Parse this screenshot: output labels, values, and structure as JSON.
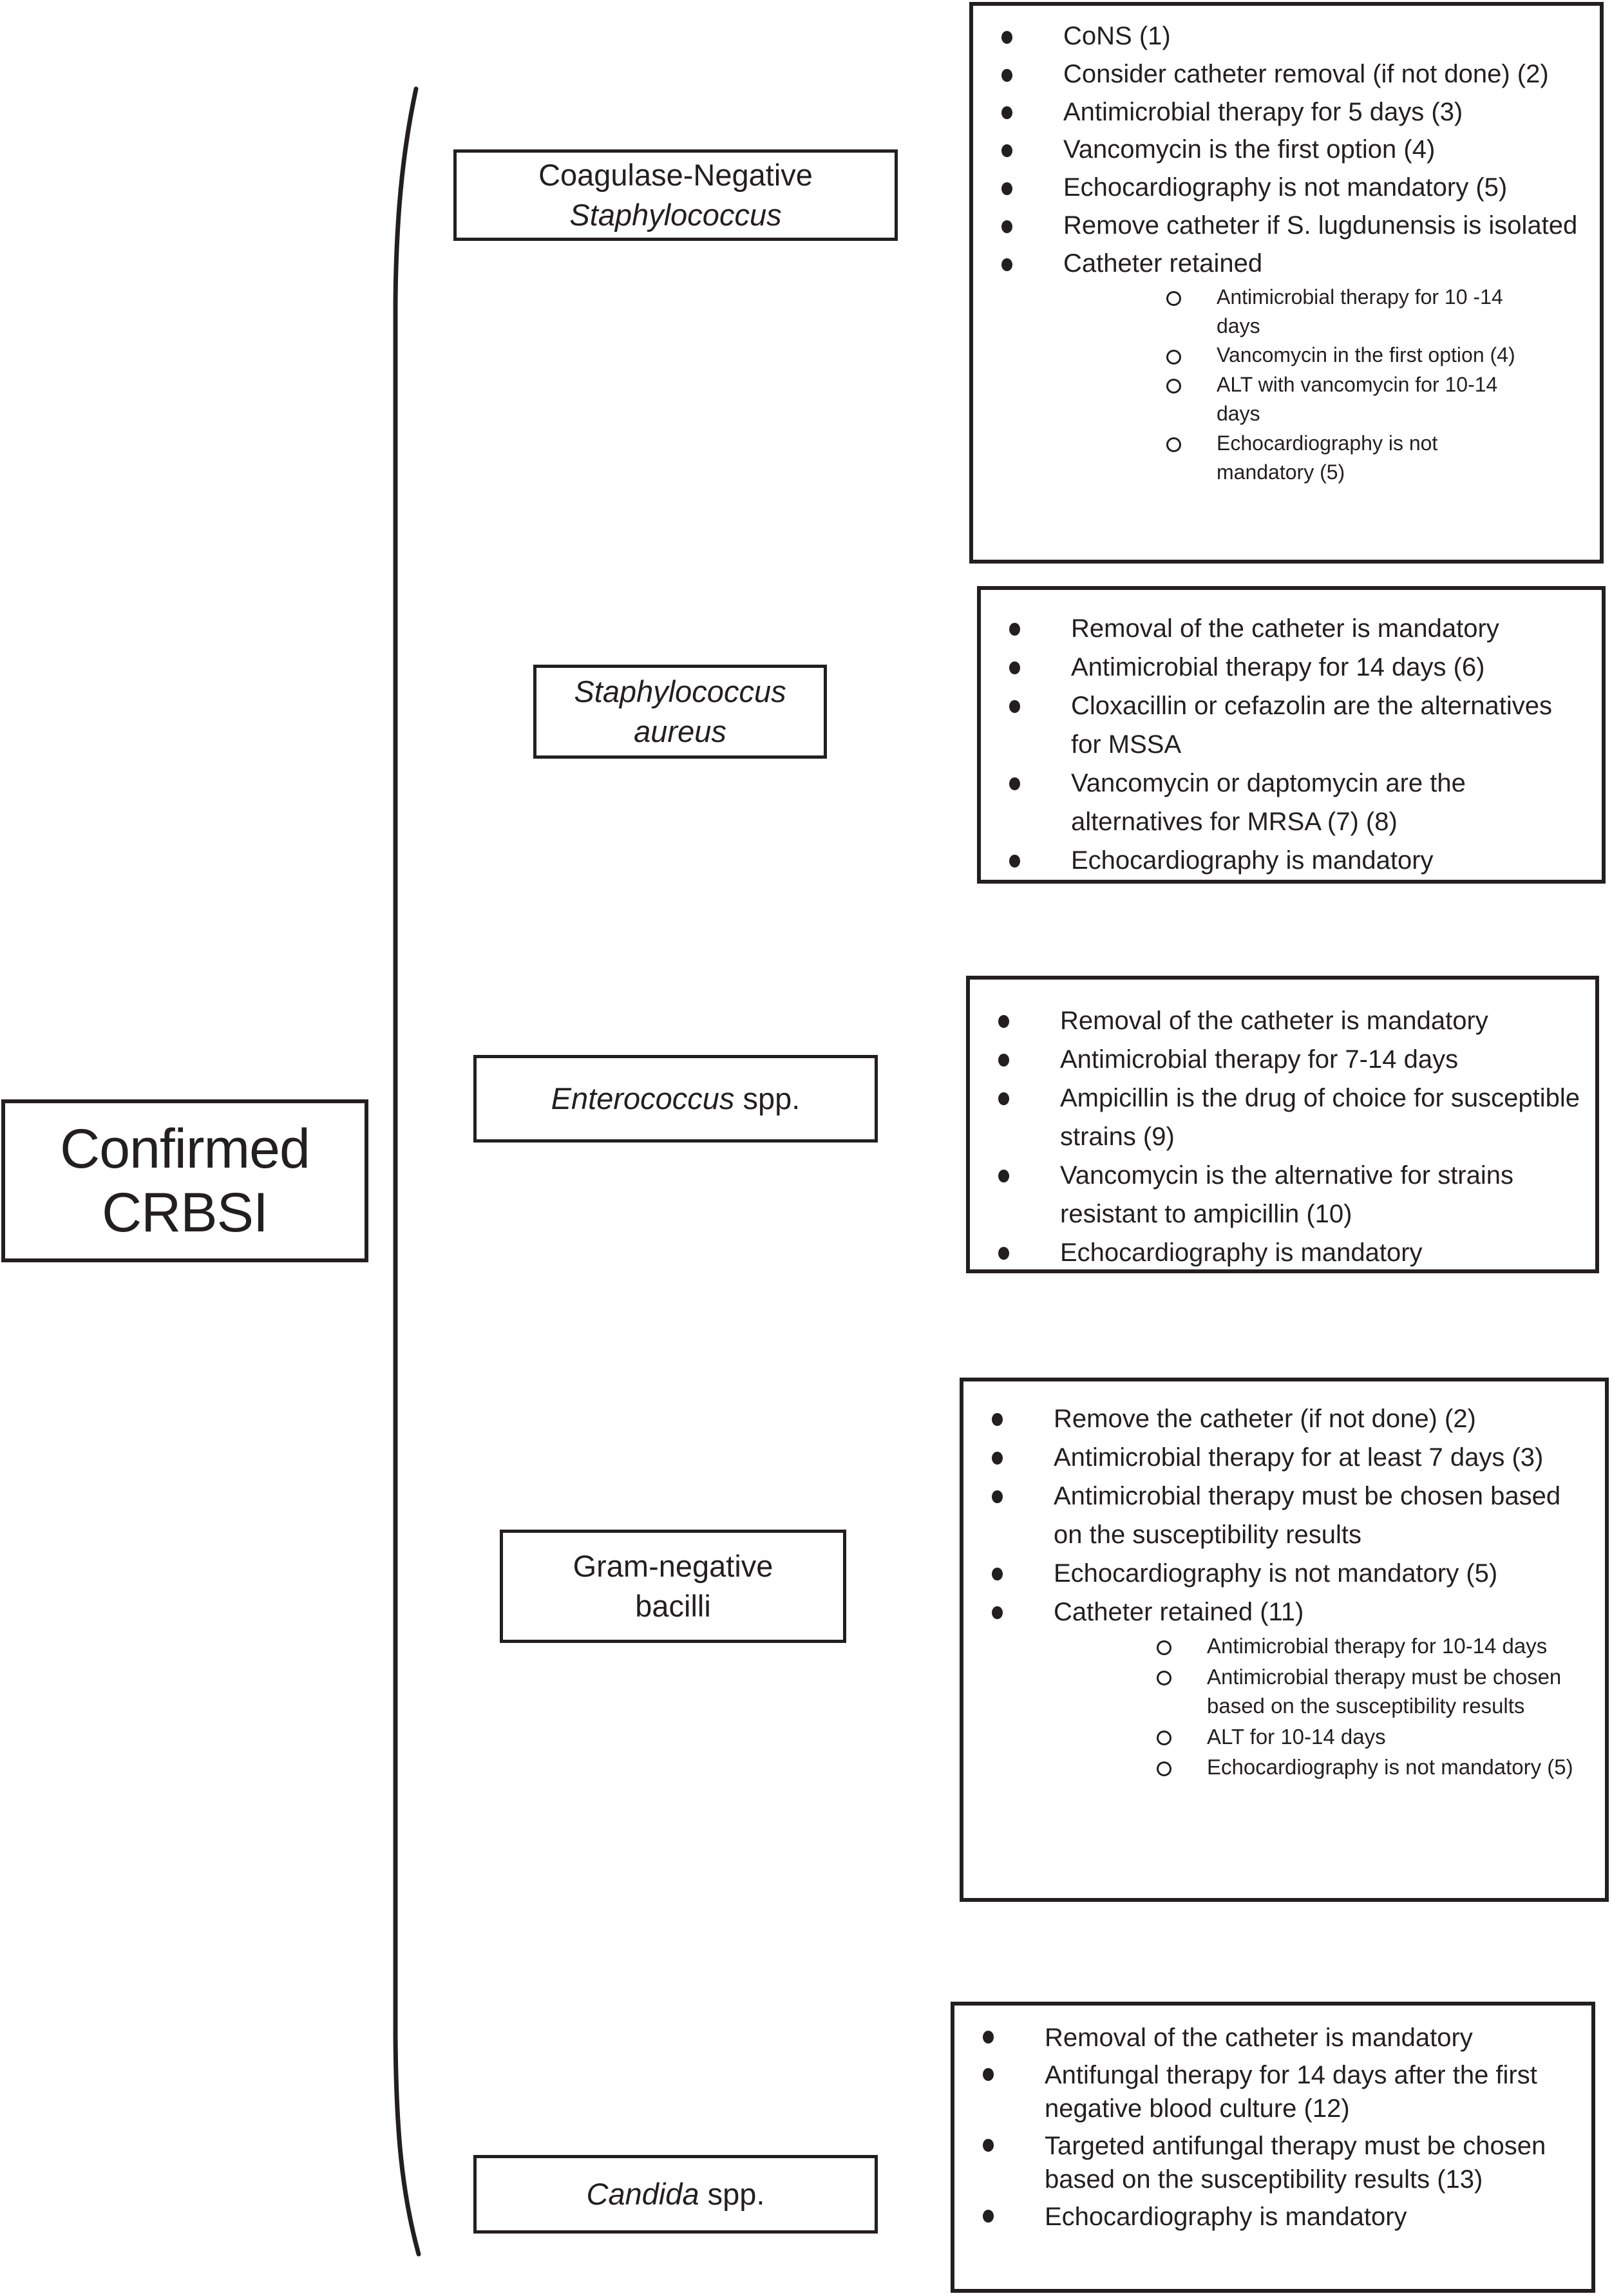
{
  "figure": {
    "type": "flow-diagram",
    "topic": "Management of confirmed catheter-related bloodstream infection (CRBSI) by causative organism"
  },
  "colors": {
    "ink": "#231f20",
    "background": "#ffffff"
  },
  "root": {
    "line1": "Confirmed",
    "line2": "CRBSI"
  },
  "organisms": {
    "cons": {
      "line1": "Coagulase-Negative",
      "line2": "Staphylococcus"
    },
    "aureus": {
      "line1": "Staphylococcus",
      "line2": "aureus"
    },
    "entero": {
      "name": "Enterococcus",
      "suffix": " spp."
    },
    "gnb": {
      "line1": "Gram-negative",
      "line2": "bacilli"
    },
    "candida": {
      "name": "Candida",
      "suffix": " spp."
    }
  },
  "cons_bullets": [
    "CoNS (1)",
    "Consider catheter removal (if not done) (2)",
    "Antimicrobial therapy for 5 days (3)",
    "Vancomycin is the first option (4)",
    "Echocardiography is not mandatory (5)",
    "Remove catheter if S. lugdunensis is isolated",
    "Catheter retained"
  ],
  "cons_sub": [
    "Antimicrobial therapy for 10 -14 days",
    "Vancomycin in the first option (4)",
    "ALT with vancomycin for 10-14 days",
    "Echocardiography is not mandatory (5)"
  ],
  "aureus_bullets": [
    "Removal of the catheter is mandatory",
    "Antimicrobial therapy for 14 days (6)",
    "Cloxacillin or cefazolin are the alternatives for MSSA",
    "Vancomycin or daptomycin are the alternatives for MRSA (7) (8)",
    "Echocardiography is mandatory"
  ],
  "entero_bullets": [
    "Removal of the catheter is mandatory",
    "Antimicrobial therapy for 7-14 days",
    "Ampicillin is the drug of choice for susceptible strains (9)",
    "Vancomycin is the alternative for strains resistant to ampicillin (10)",
    "Echocardiography is mandatory"
  ],
  "gnb_bullets": [
    "Remove the catheter (if not done) (2)",
    "Antimicrobial therapy for at least 7 days (3)",
    "Antimicrobial therapy must be chosen based on the susceptibility results",
    "Echocardiography is not mandatory (5)",
    "Catheter retained (11)"
  ],
  "gnb_sub": [
    "Antimicrobial therapy for 10-14 days",
    "Antimicrobial therapy must be chosen based on the susceptibility results",
    "ALT for 10-14 days",
    "Echocardiography is not mandatory (5)"
  ],
  "candida_bullets": [
    "Removal of the catheter is mandatory",
    "Antifungal therapy for 14 days after the first negative blood culture (12)",
    "Targeted antifungal therapy must be chosen based on the susceptibility results (13)",
    "Echocardiography is mandatory"
  ]
}
